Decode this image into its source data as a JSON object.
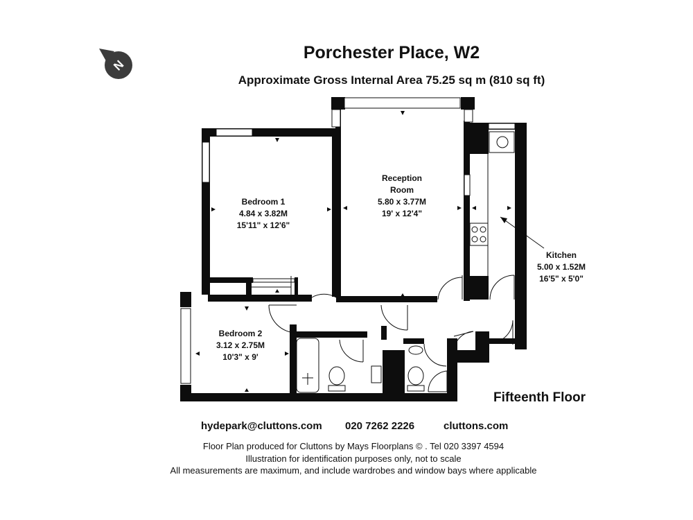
{
  "title": "Porchester Place, W2",
  "subtitle": "Approximate Gross Internal Area 75.25 sq m  (810 sq ft)",
  "compass": {
    "letter": "N",
    "icon": "north-arrow-icon"
  },
  "rooms": [
    {
      "name": "Bedroom 1",
      "metric": "4.84 x 3.82M",
      "imperial": "15'11\" x 12'6\""
    },
    {
      "name_line1": "Reception",
      "name_line2": "Room",
      "metric": "5.80 x 3.77M",
      "imperial": "19' x 12'4\""
    },
    {
      "name": "Kitchen",
      "metric": "5.00 x 1.52M",
      "imperial": "16'5\" x 5'0\""
    },
    {
      "name": "Bedroom 2",
      "metric": "3.12 x 2.75M",
      "imperial": "10'3\" x 9'"
    }
  ],
  "floor_name": "Fifteenth Floor",
  "contact": {
    "email": "hydepark@cluttons.com",
    "phone": "020 7262 2226",
    "website": "cluttons.com"
  },
  "footer": {
    "line1": "Floor Plan produced for Cluttons by Mays Floorplans  © . Tel 020 3397 4594",
    "line2": "Illustration for identification purposes only, not to scale",
    "line3": "All measurements are maximum, and include wardrobes and window bays where applicable"
  },
  "colors": {
    "wall": "#0d0d0d",
    "compass_bg": "#3c3c3c",
    "window": "#ffffff"
  }
}
